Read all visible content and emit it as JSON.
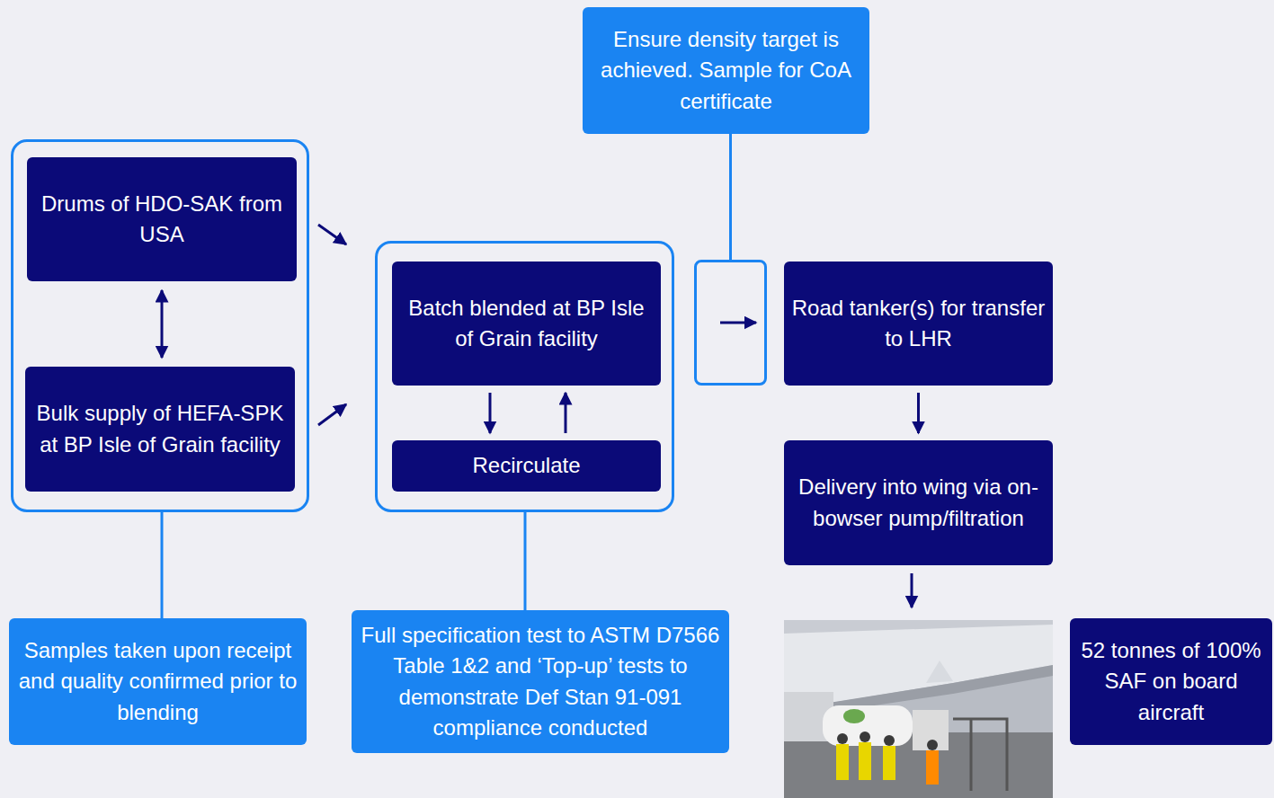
{
  "diagram": {
    "nodes": [
      {
        "text": []
      },
      {
        "text": [
          "Drums of HDO-SAK from USA"
        ],
        "in": 0
      },
      {
        "text": [
          "Bulk supply of HEFA-SPK at BP Isle of Grain facility"
        ],
        "in": 0
      },
      {
        "text": []
      },
      {
        "text": [
          "Batch blended at BP Isle of Grain facility"
        ],
        "in": 3
      },
      {
        "text": [
          "Recirculate"
        ],
        "in": 3
      },
      {
        "text": []
      },
      {
        "text": [
          "Ensure density target is achieved. Sample for CoA certificate"
        ]
      },
      {
        "text": [
          "Road tanker(s) for transfer to LHR"
        ]
      },
      {
        "text": [
          "Delivery into wing via on-bowser pump/filtration"
        ]
      },
      {
        "text": [
          "52 tonnes of 100% SAF on board aircraft"
        ]
      },
      {
        "text": [
          "Samples taken upon receipt and quality confirmed prior to blending"
        ]
      },
      {
        "text": [
          "Full specification test to ASTM D7566 Table 1&2 and ‘Top-up’ tests to demonstrate Def Stan 91-091 compliance conducted"
        ]
      }
    ],
    "edges": [
      {
        "from": 1,
        "to": 2,
        "arrow": "both"
      },
      {
        "from": 1,
        "to": 3,
        "arrow": "to"
      },
      {
        "from": 2,
        "to": 3,
        "arrow": "to"
      },
      {
        "from": 4,
        "to": 5,
        "arrow": "to"
      },
      {
        "from": 5,
        "to": 4,
        "arrow": "to"
      },
      {
        "from": 0,
        "to": 11,
        "arrow": "none"
      },
      {
        "from": 3,
        "to": 12,
        "arrow": "none"
      },
      {
        "from": 7,
        "to": 6,
        "arrow": "none"
      },
      {
        "from": 8,
        "to": 9,
        "arrow": "to"
      }
    ]
  }
}
